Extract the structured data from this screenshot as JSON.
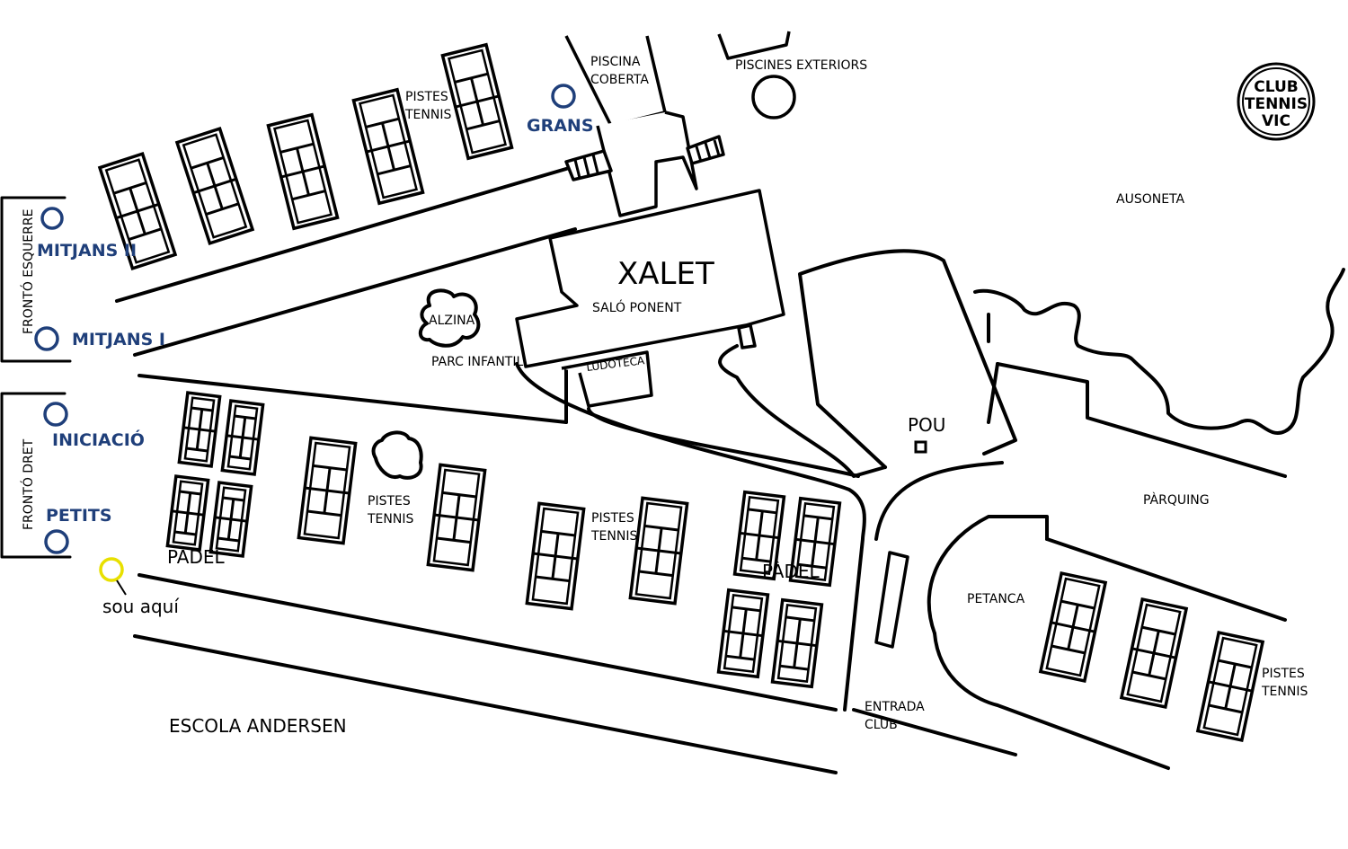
{
  "logo": {
    "lines": [
      "CLUB",
      "TENNIS",
      "VIC"
    ]
  },
  "colors": {
    "meeting_point": "#1f3f7a",
    "you_are_here": "#e8e000",
    "ink": "#000000"
  },
  "labels": {
    "xalet": "XALET",
    "salo_ponent": "SALÓ PONENT",
    "ludoteca": "LUDOTECA",
    "alzina": "ALZINA",
    "parc_infantil": "PARC INFANTIL",
    "piscina_coberta_1": "PISCINA",
    "piscina_coberta_2": "COBERTA",
    "piscines_exteriors": "PISCINES EXTERIORS",
    "ausoneta": "AUSONETA",
    "pou": "POU",
    "parquing": "PÀRQUING",
    "petanca": "PETANCA",
    "entrada_1": "ENTRADA",
    "entrada_2": "CLUB",
    "escola": "ESCOLA ANDERSEN",
    "fronto_esquerre": "FRONTÓ ESQUERRE",
    "fronto_dret": "FRONTÓ DRET",
    "padel": "PÀDEL",
    "pistes": "PISTES",
    "tennis": "TENNIS",
    "sou_aqui": "sou aquí"
  },
  "meeting_points": {
    "grans": "GRANS",
    "mitjans_ii": "MITJANS II",
    "mitjans_i": "MITJANS I",
    "iniciacio": "INICIACIÓ",
    "petits": "PETITS"
  }
}
